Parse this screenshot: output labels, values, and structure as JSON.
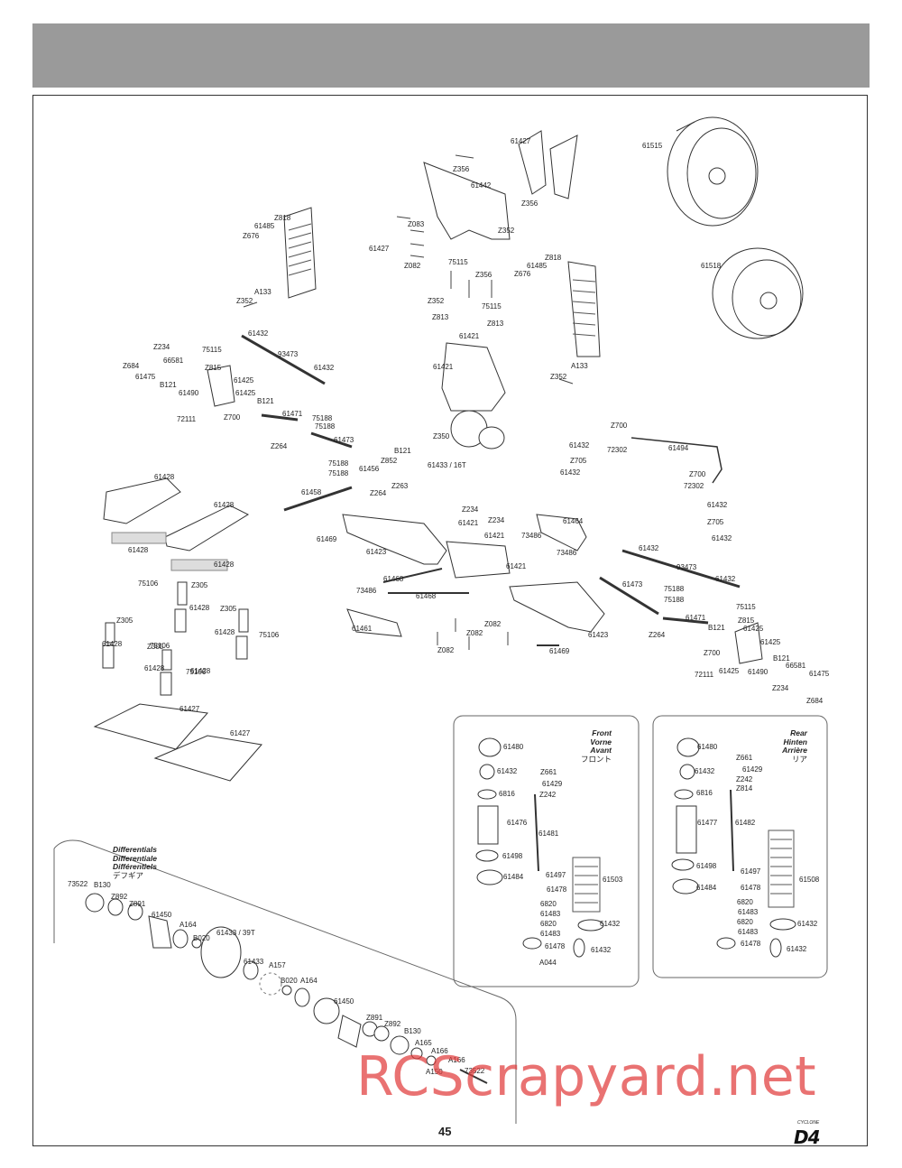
{
  "page": {
    "number": "45",
    "watermark": "RCScrapyard.net",
    "logo": "D4",
    "logo_sub": "CYCLONE"
  },
  "front_panel": {
    "title_en": "Front",
    "title_de": "Vorne",
    "title_fr": "Avant",
    "title_ja": "フロント"
  },
  "rear_panel": {
    "title_en": "Rear",
    "title_de": "Hinten",
    "title_fr": "Arrière",
    "title_ja": "リア"
  },
  "diff_panel": {
    "title_en": "Differentials",
    "title_de": "Differentiale",
    "title_fr": "Différentiels",
    "title_ja": "デフギア"
  },
  "labels": [
    "61427",
    "Z356",
    "61442",
    "Z356",
    "Z352",
    "61515",
    "61518",
    "Z818",
    "61485",
    "Z676",
    "A133",
    "Z352",
    "Z083",
    "61427",
    "Z082",
    "75115",
    "Z356",
    "Z352",
    "75115",
    "Z813",
    "Z813",
    "61421",
    "61485",
    "Z676",
    "Z818",
    "A133",
    "Z352",
    "61432",
    "93473",
    "61432",
    "Z234",
    "66581",
    "Z684",
    "61475",
    "75115",
    "Z815",
    "B121",
    "61425",
    "61490",
    "61425",
    "72111",
    "Z700",
    "B121",
    "61471",
    "61421",
    "75188",
    "75188",
    "Z350",
    "61473",
    "Z264",
    "B121",
    "Z852",
    "61433 / 16T",
    "75188",
    "75188",
    "61456",
    "Z264",
    "Z263",
    "Z700",
    "61432",
    "72302",
    "61494",
    "Z705",
    "61432",
    "Z700",
    "72302",
    "61432",
    "Z705",
    "61432",
    "61428",
    "61428",
    "61428",
    "61428",
    "61458",
    "61469",
    "61423",
    "Z234",
    "61421",
    "Z234",
    "61421",
    "73486",
    "61464",
    "73486",
    "61421",
    "75106",
    "Z305",
    "61428",
    "Z305",
    "75106",
    "Z305",
    "61428",
    "75106",
    "61428",
    "Z305",
    "61428",
    "61428",
    "75106",
    "61468",
    "73486",
    "61468",
    "61461",
    "Z082",
    "Z082",
    "Z082",
    "61469",
    "61423",
    "61432",
    "93473",
    "61432",
    "61473",
    "75188",
    "75188",
    "75115",
    "Z815",
    "61471",
    "B121",
    "61425",
    "Z264",
    "Z700",
    "61425",
    "B121",
    "72111",
    "61425",
    "61490",
    "66581",
    "61475",
    "Z234",
    "Z684",
    "61427",
    "61427",
    "61480",
    "61432",
    "Z661",
    "61429",
    "Z242",
    "6816",
    "61476",
    "61481",
    "61498",
    "61497",
    "61484",
    "61503",
    "61478",
    "6820",
    "61483",
    "6820",
    "61483",
    "61432",
    "61478",
    "61432",
    "A044",
    "61480",
    "Z661",
    "61432",
    "61429",
    "Z242",
    "Z814",
    "6816",
    "61477",
    "61482",
    "61498",
    "61497",
    "61484",
    "61508",
    "61478",
    "6820",
    "61483",
    "6820",
    "61483",
    "61432",
    "61478",
    "61432",
    "73522",
    "B130",
    "Z892",
    "Z891",
    "61450",
    "A164",
    "B020",
    "61433 / 39T",
    "61433",
    "A157",
    "B020",
    "A164",
    "61450",
    "Z891",
    "Z892",
    "B130",
    "A165",
    "A166",
    "A166",
    "A150",
    "73522"
  ]
}
